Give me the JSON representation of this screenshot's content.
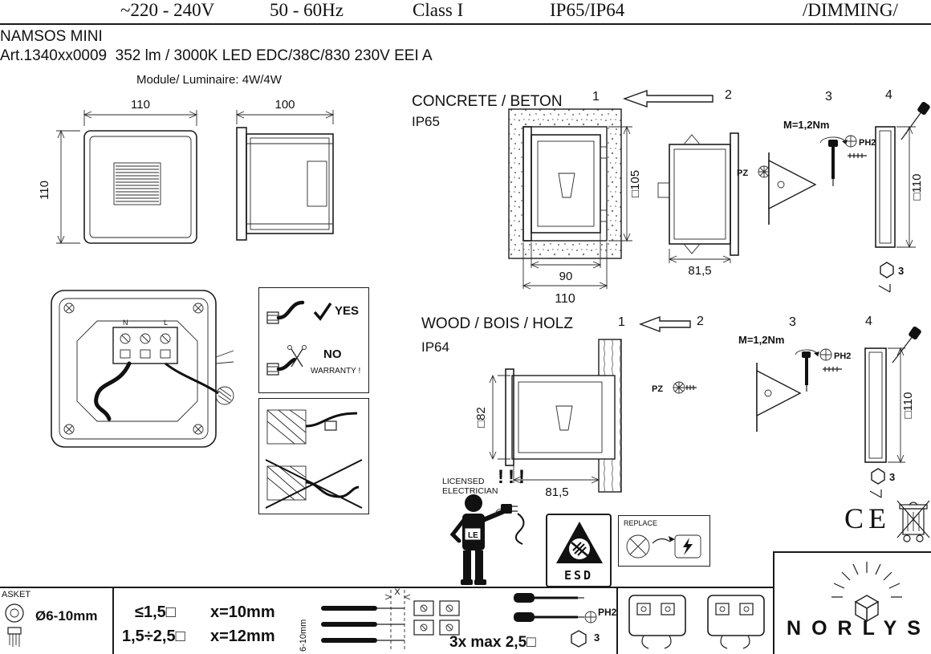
{
  "header": {
    "voltage": "~220 - 240V",
    "frequency": "50 - 60Hz",
    "class": "Class I",
    "ip": "IP65/IP64",
    "dimming": "/DIMMING/"
  },
  "product": {
    "name": "NAMSOS MINI",
    "article": "Art.1340xx0009  352 lm / 3000K LED EDC/38C/830 230V EEI A",
    "module": "Module/ Luminaire: 4W/4W"
  },
  "views": {
    "front_width": "110",
    "front_height": "110",
    "side_depth": "100"
  },
  "concrete": {
    "title": "CONCRETE / BETON",
    "ip": "IP65",
    "step1": "1",
    "step2": "2",
    "step3": "3",
    "step4": "4",
    "recess_depth": "□105",
    "inner_width": "90",
    "outer_width": "110",
    "body_width": "81,5",
    "torque": "M=1,2Nm",
    "pz": "PZ",
    "ph2": "PH2",
    "frame_size": "□110",
    "hex_key": "3"
  },
  "wood": {
    "title": "WOOD / BOIS / HOLZ",
    "ip": "IP64",
    "step1": "1",
    "step2": "2",
    "step3": "3",
    "step4": "4",
    "hole_size": "□82",
    "body_width": "81,5",
    "torque": "M=1,2Nm",
    "pz": "PZ",
    "ph2": "PH2",
    "frame_size": "□110",
    "hex_key": "3"
  },
  "wiring": {
    "terminal_n": "N",
    "terminal_l": "L",
    "yes": "YES",
    "no": "NO",
    "warranty": "WARRANTY !"
  },
  "safety": {
    "alert": "!!!",
    "electrician_line1": "LICENSED",
    "electrician_line2": "ELECTRICIAN",
    "badge": "LE",
    "esd": "ESD",
    "replace": "REPLACE"
  },
  "marks": {
    "ce": "CE"
  },
  "install": {
    "gasket_label": "ASKET",
    "gasket_diameter": "Ø6-10mm",
    "area_small": "≤1,5□",
    "x_small": "x=10mm",
    "area_large": "1,5÷2,5□",
    "x_large": "x=12mm",
    "strip_length": "6-10mm",
    "x_mark": "X",
    "wire_max": "3x max 2,5□",
    "ph2": "PH2",
    "hex_key": "3"
  },
  "logo": {
    "brand": "NORLYS"
  }
}
